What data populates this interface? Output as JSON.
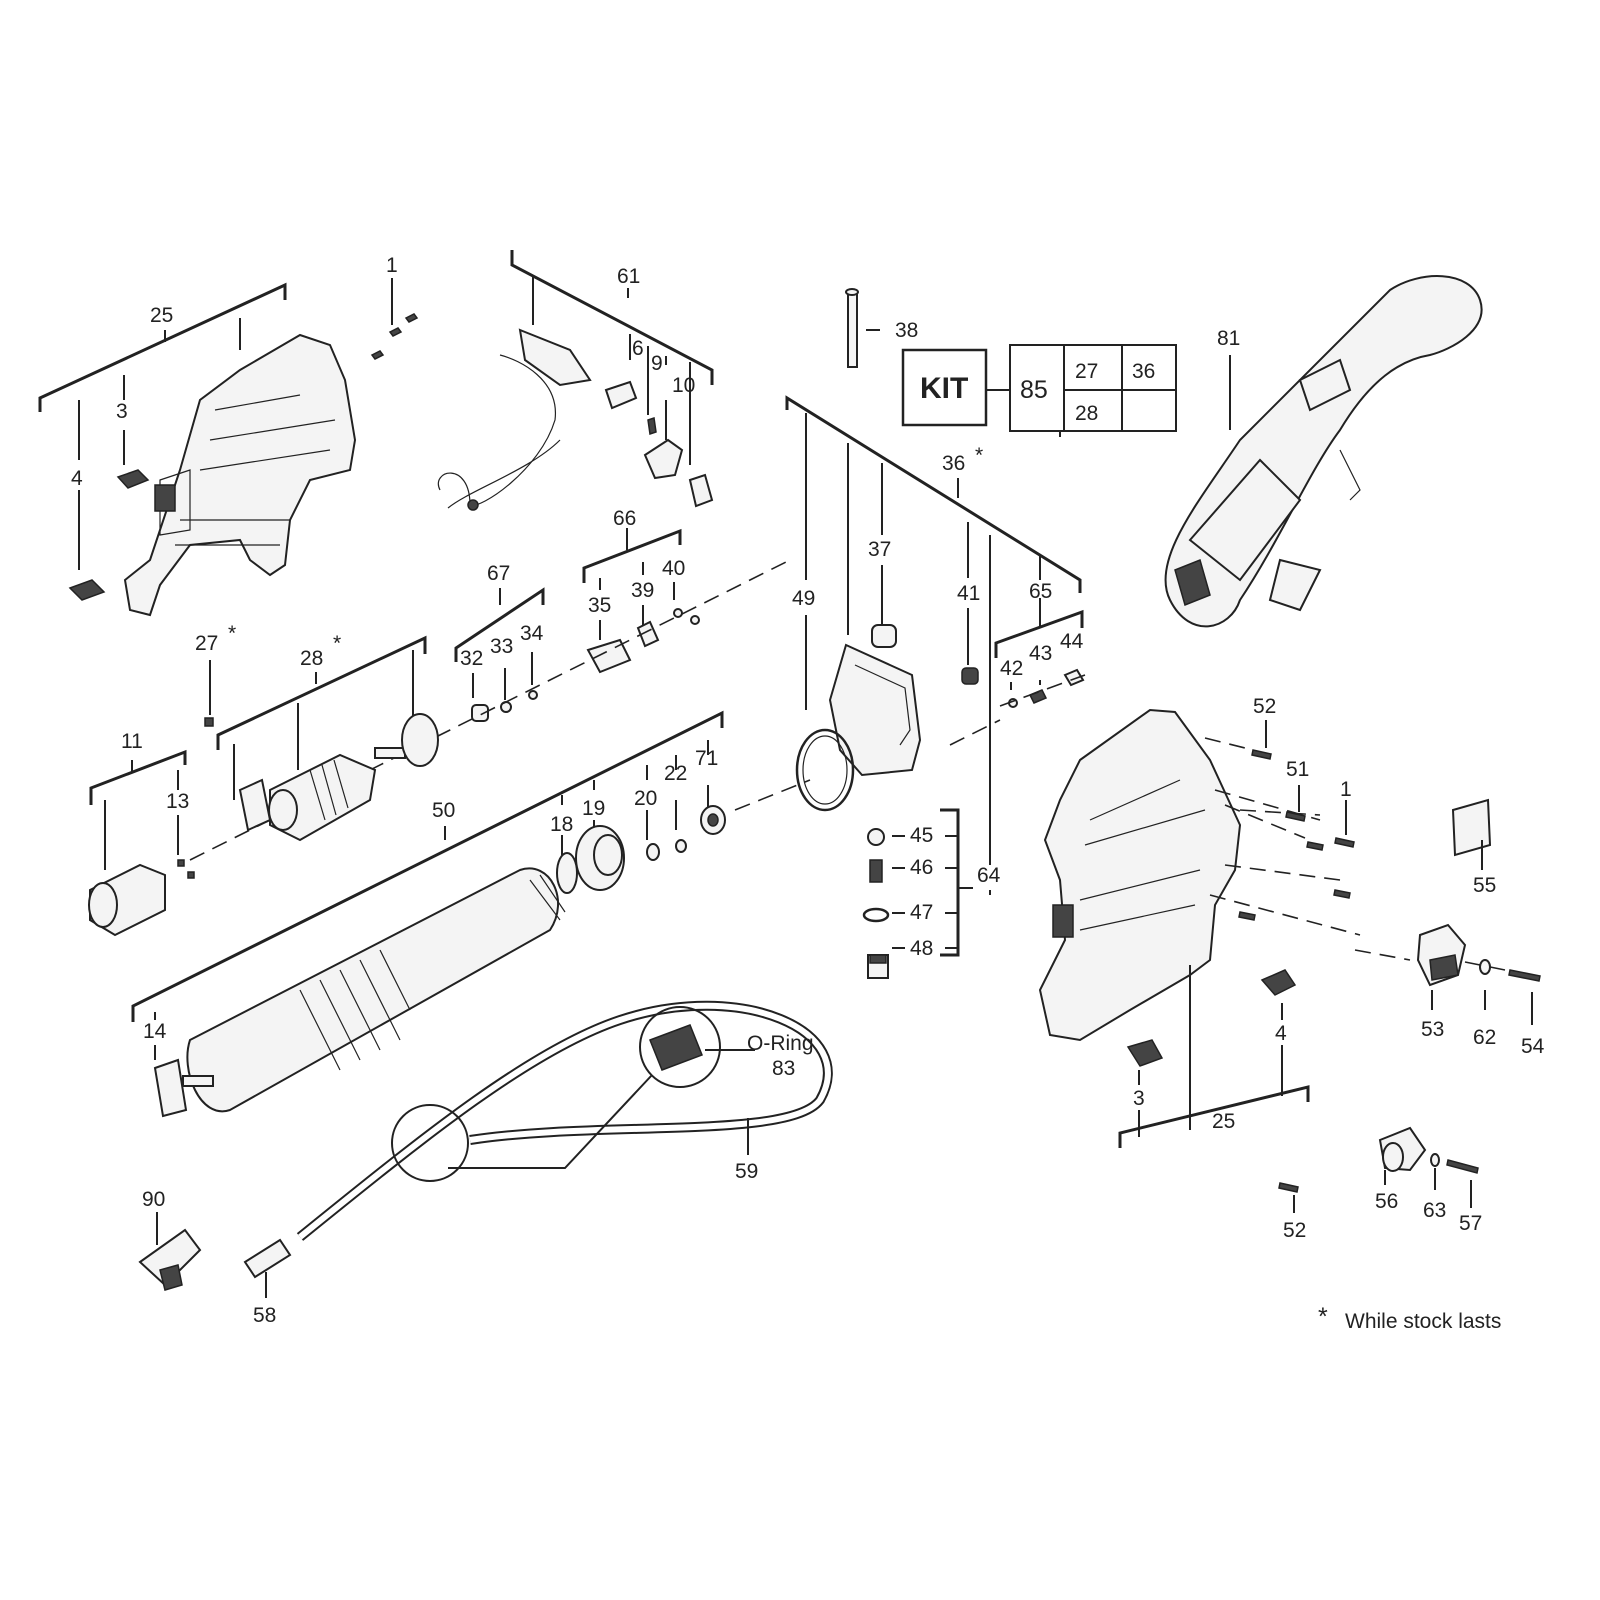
{
  "callouts": {
    "c1_top": "1",
    "c25_top": "25",
    "c3_top": "3",
    "c4_top": "4",
    "c61": "61",
    "c6": "6",
    "c9": "9",
    "c10": "10",
    "c38": "38",
    "c81": "81",
    "c36": "36",
    "c36_star": "*",
    "c37": "37",
    "c41": "41",
    "c49": "49",
    "c65": "65",
    "c42": "42",
    "c43": "43",
    "c44": "44",
    "c64": "64",
    "c66": "66",
    "c35": "35",
    "c39": "39",
    "c40": "40",
    "c67": "67",
    "c32": "32",
    "c33": "33",
    "c34": "34",
    "c27": "27",
    "c27_star": "*",
    "c28": "28",
    "c28_star": "*",
    "c11": "11",
    "c13": "13",
    "c50": "50",
    "c18": "18",
    "c19": "19",
    "c20": "20",
    "c22": "22",
    "c71": "71",
    "c45": "45",
    "c46": "46",
    "c47": "47",
    "c48": "48",
    "c14": "14",
    "c59": "59",
    "c83": "83",
    "oring": "O-Ring",
    "c90": "90",
    "c58": "58",
    "c52_top": "52",
    "c51": "51",
    "c1_right": "1",
    "c53": "53",
    "c62": "62",
    "c54": "54",
    "c55": "55",
    "c4_right": "4",
    "c3_right": "3",
    "c25_right": "25",
    "c52_bottom": "52",
    "c56": "56",
    "c63": "63",
    "c57": "57"
  },
  "kit": {
    "title": "KIT",
    "number": "85",
    "parts": [
      "27",
      "36",
      "28",
      ""
    ]
  },
  "footnote": {
    "star": "*",
    "text": "While stock lasts"
  }
}
